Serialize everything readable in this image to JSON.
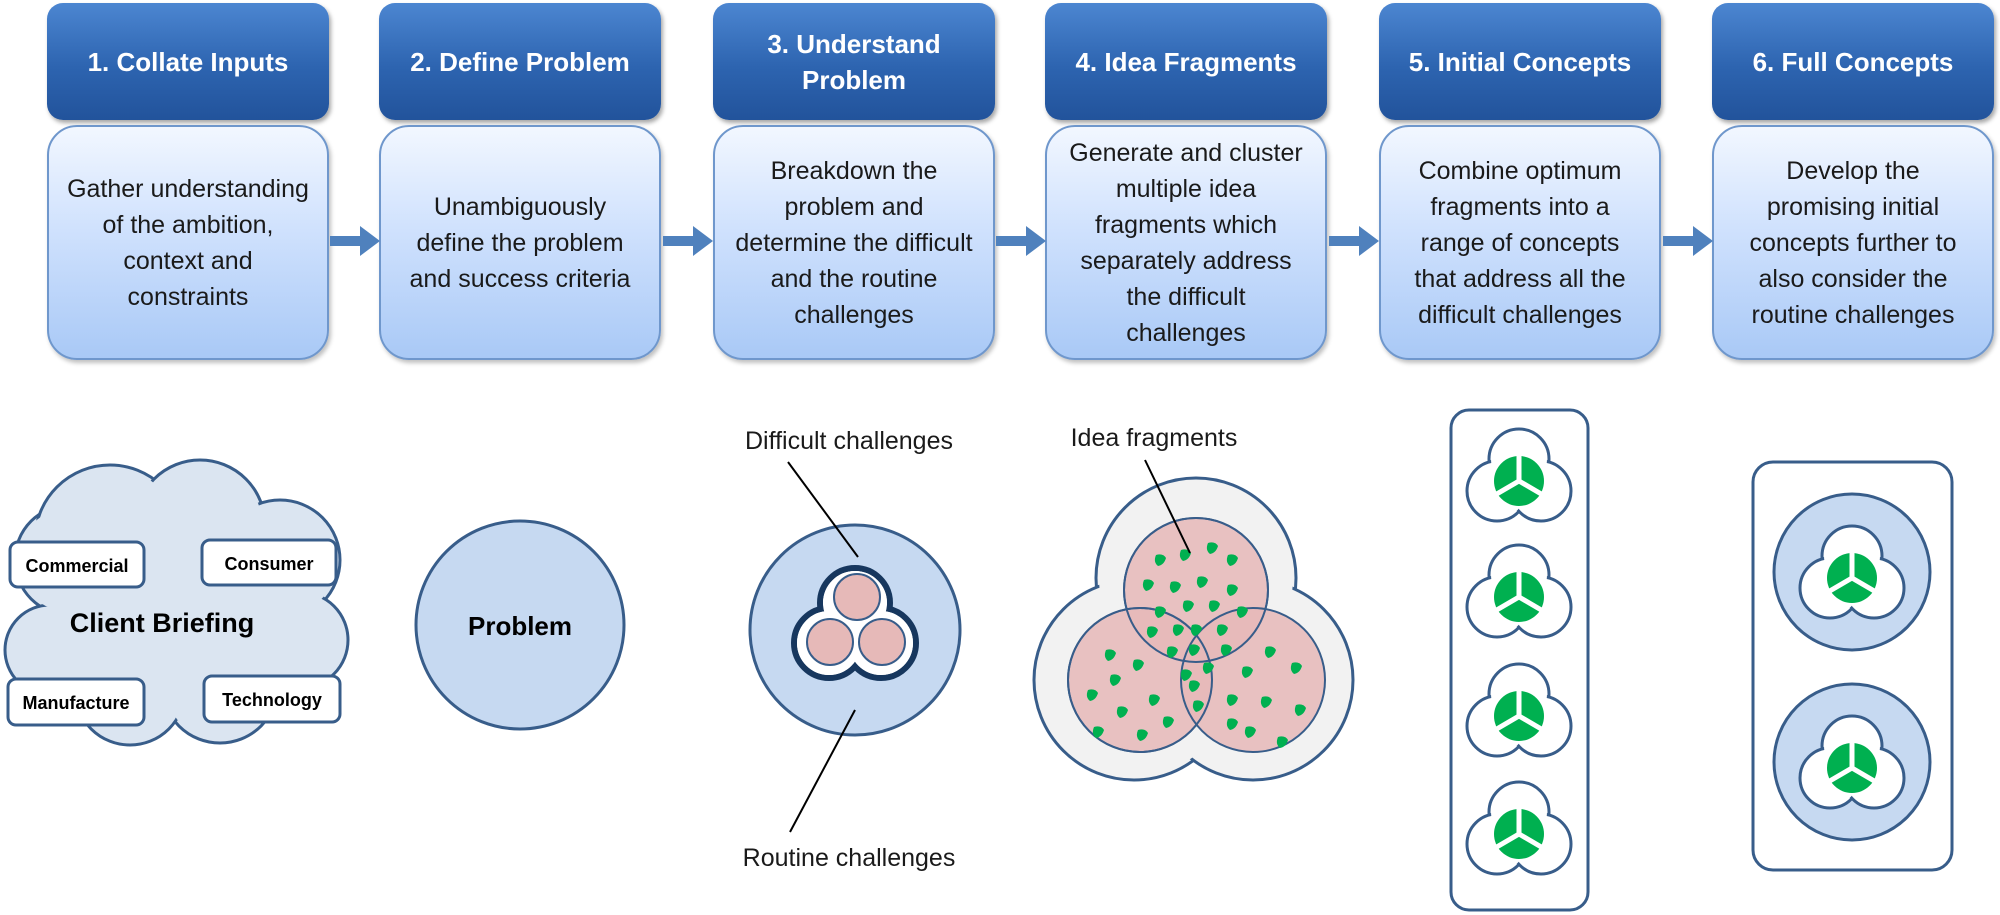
{
  "steps": [
    {
      "title": "1. Collate Inputs",
      "description": "Gather understanding of the ambition, context and constraints"
    },
    {
      "title": "2. Define Problem",
      "description": "Unambiguously define the problem and success criteria"
    },
    {
      "title": "3. Understand Problem",
      "description": "Breakdown the problem and determine the difficult and the routine challenges"
    },
    {
      "title": "4. Idea Fragments",
      "description": "Generate and cluster multiple idea fragments which separately address the difficult challenges"
    },
    {
      "title": "5. Initial Concepts",
      "description": "Combine optimum fragments into a range of concepts that address all the difficult challenges"
    },
    {
      "title": "6. Full Concepts",
      "description": "Develop the promising initial concepts further to also consider the routine challenges"
    }
  ],
  "briefing": {
    "center": "Client Briefing",
    "inputs": [
      "Commercial",
      "Consumer",
      "Manufacture",
      "Technology"
    ]
  },
  "problem": {
    "label": "Problem"
  },
  "challenges": {
    "difficult": "Difficult challenges",
    "routine": "Routine challenges"
  },
  "fragments": {
    "label": "Idea fragments"
  },
  "colors": {
    "header_blue": "#2d64b0",
    "arrow_blue": "#4f81bd",
    "circle_blue": "#c6d9f1",
    "outline_blue": "#385d8a",
    "pink": "#e6b9b8",
    "green": "#00b050",
    "pale_grey": "#f2f2f2"
  }
}
